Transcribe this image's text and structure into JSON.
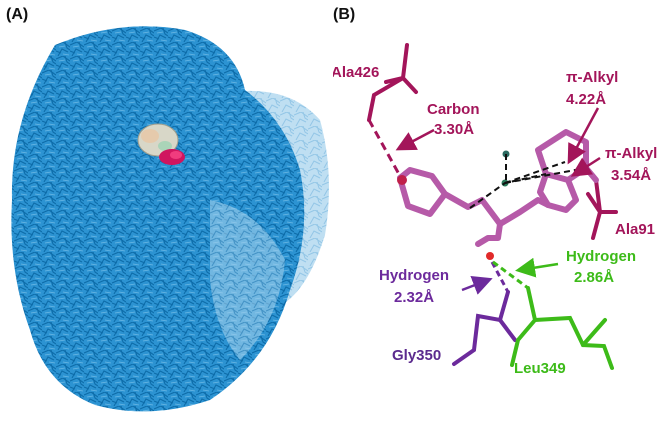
{
  "panel_a": {
    "label": "(A)",
    "colors": {
      "protein": "#1b8ad0",
      "protein_light": "#8cc6ea",
      "ligand_site": "#d0155f",
      "ligand_grey": "#c8c8c0"
    }
  },
  "panel_b": {
    "label": "(B)",
    "colors": {
      "ligand": "#b65aa8",
      "magenta": "#a3155a",
      "green": "#3dbb19",
      "purple": "#6c2a9c",
      "dark_purple": "#5b2a8e"
    },
    "residues": {
      "ala426": "Ala426",
      "ala91": "Ala91",
      "gly350": "Gly350",
      "leu349": "Leu349"
    },
    "interactions": {
      "carbon": {
        "type": "Carbon",
        "distance": "3.30Å"
      },
      "pi_alkyl_1": {
        "type": "π-Alkyl",
        "distance": "4.22Å"
      },
      "pi_alkyl_2": {
        "type": "π-Alkyl",
        "distance": "3.54Å"
      },
      "hydrogen_1": {
        "type": "Hydrogen",
        "distance": "2.32Å"
      },
      "hydrogen_2": {
        "type": "Hydrogen",
        "distance": "2.86Å"
      }
    }
  }
}
